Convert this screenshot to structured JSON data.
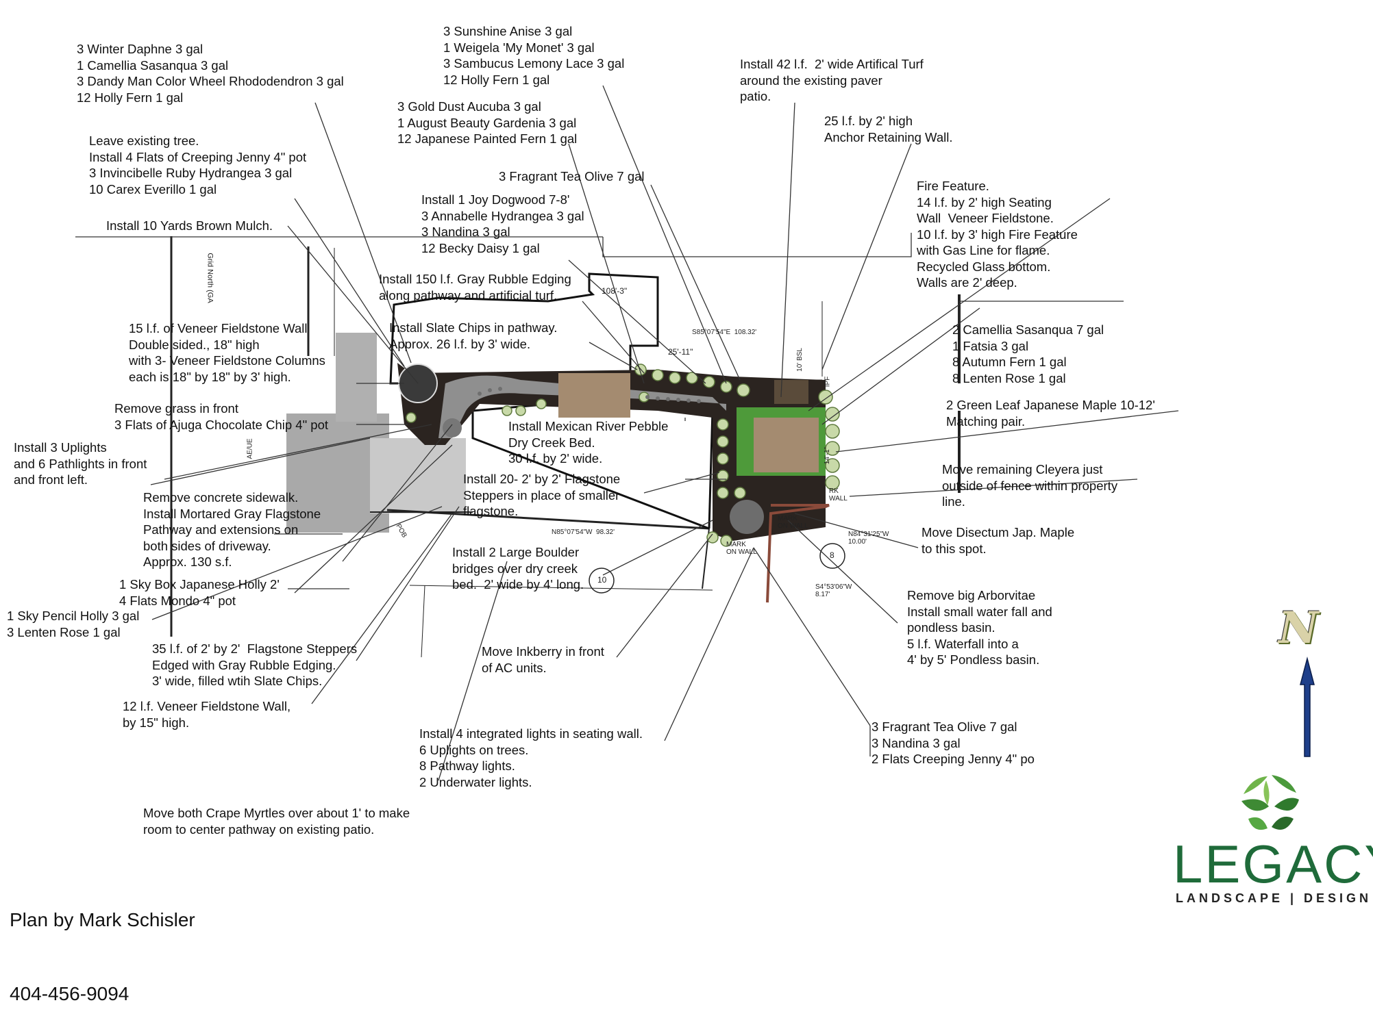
{
  "notes": [
    {
      "id": "n1",
      "text": "3 Winter Daphne 3 gal\n1 Camellia Sasanqua 3 gal\n3 Dandy Man Color Wheel Rhododendron 3 gal\n12 Holly Fern 1 gal"
    },
    {
      "id": "n2",
      "text": "3 Sunshine Anise 3 gal\n1 Weigela 'My Monet' 3 gal\n3 Sambucus Lemony Lace 3 gal\n12 Holly Fern 1 gal"
    },
    {
      "id": "n3",
      "text": "Install 42 l.f.  2' wide Artifical Turf\naround the existing paver\npatio."
    },
    {
      "id": "n4",
      "text": "25 l.f. by 2' high\nAnchor Retaining Wall."
    },
    {
      "id": "n5",
      "text": "3 Gold Dust Aucuba 3 gal\n1 August Beauty Gardenia 3 gal\n12 Japanese Painted Fern 1 gal"
    },
    {
      "id": "n6",
      "text": "Leave existing tree.\nInstall 4 Flats of Creeping Jenny 4\" pot\n3 Invincibelle Ruby Hydrangea 3 gal\n10 Carex Everillo 1 gal"
    },
    {
      "id": "n7",
      "text": "3 Fragrant Tea Olive 7 gal"
    },
    {
      "id": "n8",
      "text": "Install 1 Joy Dogwood 7-8'\n3 Annabelle Hydrangea 3 gal\n3 Nandina 3 gal\n12 Becky Daisy 1 gal"
    },
    {
      "id": "n9",
      "text": "Fire Feature.\n14 l.f. by 2' high Seating\nWall  Veneer Fieldstone.\n10 l.f. by 3' high Fire Feature\nwith Gas Line for flame.\nRecycled Glass bottom.\nWalls are 2' deep."
    },
    {
      "id": "n10",
      "text": "Install 10 Yards Brown Mulch."
    },
    {
      "id": "n11",
      "text": "Install 150 l.f. Gray Rubble Edging\nalong pathway and artificial turf."
    },
    {
      "id": "n12",
      "text": "15 l.f. of Veneer Fieldstone Wall\nDouble sided., 18\" high\nwith 3- Veneer Fieldstone Columns\neach is 18\" by 18\" by 3' high."
    },
    {
      "id": "n13",
      "text": "Install Slate Chips in pathway.\nApprox. 26 l.f. by 3' wide."
    },
    {
      "id": "n14",
      "text": "2 Camellia Sasanqua 7 gal\n1 Fatsia 3 gal\n8 Autumn Fern 1 gal\n8 Lenten Rose 1 gal"
    },
    {
      "id": "n15",
      "text": "Remove grass in front\n3 Flats of Ajuga Chocolate Chip 4\" pot"
    },
    {
      "id": "n16",
      "text": "Install Mexican River Pebble\nDry Creek Bed.\n30 l.f. by 2' wide."
    },
    {
      "id": "n17",
      "text": "2 Green Leaf Japanese Maple 10-12'\nMatching pair."
    },
    {
      "id": "n18",
      "text": "Install 3 Uplights\nand 6 Pathlights in front\nand front left."
    },
    {
      "id": "n19",
      "text": "Install 20- 2' by 2' Flagstone\nSteppers in place of smaller\nflagstone."
    },
    {
      "id": "n20",
      "text": "Move remaining Cleyera just\noutside of fence within property\nline."
    },
    {
      "id": "n21",
      "text": "Remove concrete sidewalk.\nInstall Mortared Gray Flagstone\nPathway and extensions on\nboth sides of driveway.\nApprox. 130 s.f."
    },
    {
      "id": "n22",
      "text": "Move Disectum Jap. Maple\nto this spot."
    },
    {
      "id": "n23",
      "text": "Install 2 Large Boulder\nbridges over dry creek\nbed.  2' wide by 4' long."
    },
    {
      "id": "n24",
      "text": "1 Sky Box Japanese Holly 2'\n4 Flats Mondo 4\" pot"
    },
    {
      "id": "n25",
      "text": "Remove big Arborvitae\nInstall small water fall and\npondless basin.\n5 l.f. Waterfall into a\n4' by 5' Pondless basin."
    },
    {
      "id": "n26",
      "text": "1 Sky Pencil Holly 3 gal\n3 Lenten Rose 1 gal"
    },
    {
      "id": "n27",
      "text": "35 l.f. of 2' by 2'  Flagstone Steppers\nEdged with Gray Rubble Edging.\n3' wide, filled wtih Slate Chips."
    },
    {
      "id": "n28",
      "text": "Move Inkberry in front\nof AC units."
    },
    {
      "id": "n29",
      "text": "12 l.f. Veneer Fieldstone Wall,\nby 15\" high."
    },
    {
      "id": "n30",
      "text": "Install 4 integrated lights in seating wall.\n6 Uplights on trees.\n8 Pathway lights.\n2 Underwater lights."
    },
    {
      "id": "n31",
      "text": "3 Fragrant Tea Olive 7 gal\n3 Nandina 3 gal\n2 Flats Creeping Jenny 4\" po"
    },
    {
      "id": "n32",
      "text": "Move both Crape Myrtles over about 1' to make\nroom to center pathway on existing patio."
    }
  ],
  "dimensions": {
    "d1": "108'-3\"",
    "d2": "S85°07'54\"E  108.32'",
    "d3": "25'-11\"",
    "d4": "10' BSL",
    "d5": "N85°07'54\"W  98.32'",
    "d6": "N84°31'25\"W\n10.00'",
    "d7": "S4°53'06\"W\n8.17'",
    "d8": "14'-1\"",
    "d9": "MARK\nON WALL",
    "d10": "MARK\nON WALL",
    "d11": "RK\nWALL",
    "d12": "Grid North (GA",
    "d13": "AE/UE",
    "d14": "POB",
    "d15": "10",
    "d16": "8",
    "d17": "IPF"
  },
  "credit": {
    "line1": "Plan by Mark Schisler",
    "line2": "404-456-9094"
  },
  "logo": {
    "word": "LEGACY",
    "sub": "LANDSCAPE | DESIGN"
  },
  "north": {
    "letter": "N",
    "icon": "north-arrow-icon"
  },
  "colors": {
    "turf": "#4e9a3a",
    "paver": "#a48b70",
    "mulch": "#2b2420",
    "path": "#8f8f8f",
    "road": "#a9a9a9",
    "logo_green": "#1f6b3a",
    "fence": "#8a4a3a"
  }
}
